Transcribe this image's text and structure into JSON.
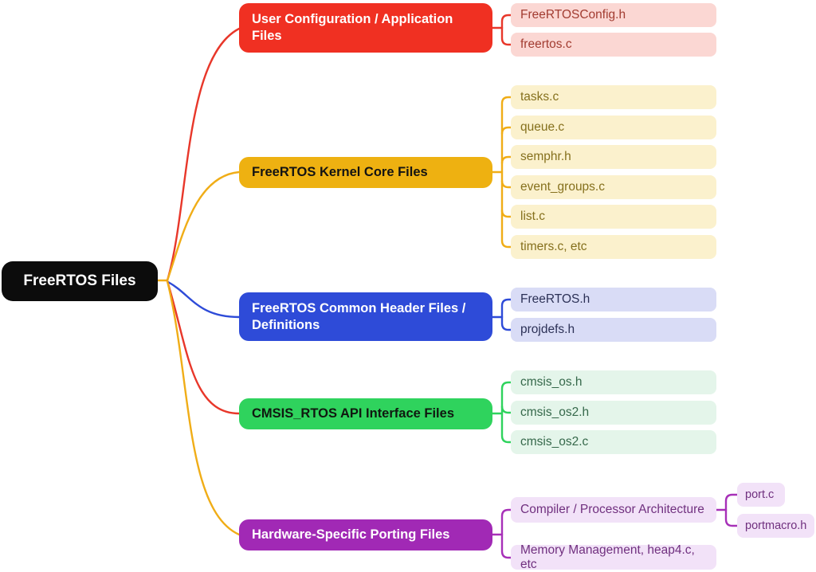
{
  "root": {
    "label": "FreeRTOS Files"
  },
  "branches": [
    {
      "label": "User Configuration / Application Files",
      "box_color": "#f03022",
      "line_color": "#e8372a",
      "children": [
        {
          "label": "FreeRTOSConfig.h"
        },
        {
          "label": "freertos.c"
        }
      ]
    },
    {
      "label": "FreeRTOS Kernel Core Files",
      "box_color": "#eeb111",
      "line_color": "#f0ad17",
      "children": [
        {
          "label": "tasks.c"
        },
        {
          "label": "queue.c"
        },
        {
          "label": "semphr.h"
        },
        {
          "label": "event_groups.c"
        },
        {
          "label": "list.c"
        },
        {
          "label": "timers.c, etc"
        }
      ]
    },
    {
      "label": "FreeRTOS Common Header Files / Definitions",
      "box_color": "#2e4bd8",
      "line_color": "#2e4bd8",
      "children": [
        {
          "label": "FreeRTOS.h"
        },
        {
          "label": "projdefs.h"
        }
      ]
    },
    {
      "label": "CMSIS_RTOS API Interface Files",
      "box_color": "#2fd35d",
      "line_color": "#2fd35d",
      "children": [
        {
          "label": "cmsis_os.h"
        },
        {
          "label": "cmsis_os2.h"
        },
        {
          "label": "cmsis_os2.c"
        }
      ]
    },
    {
      "label": "Hardware-Specific Porting Files",
      "box_color": "#a129b5",
      "line_color": "#a730b8",
      "children": [
        {
          "label": "Compiler / Processor Architecture",
          "children": [
            {
              "label": "port.c"
            },
            {
              "label": "portmacro.h"
            }
          ]
        },
        {
          "label": "Memory Management, heap4.c, etc"
        }
      ]
    }
  ],
  "palette": {
    "root_bg": "#0c0c0c",
    "root_text": "#ffffff",
    "red_child_bg": "#fbd7d3",
    "red_child_text": "#a23c31",
    "yellow_child_bg": "#fbf1cd",
    "yellow_child_text": "#85701d",
    "blue_child_bg": "#d9dcf6",
    "blue_child_text": "#2c3156",
    "green_child_bg": "#e4f5ea",
    "green_child_text": "#35684a",
    "purple_child_bg": "#f2e2f8",
    "purple_child_text": "#70307f",
    "background": "#ffffff"
  }
}
